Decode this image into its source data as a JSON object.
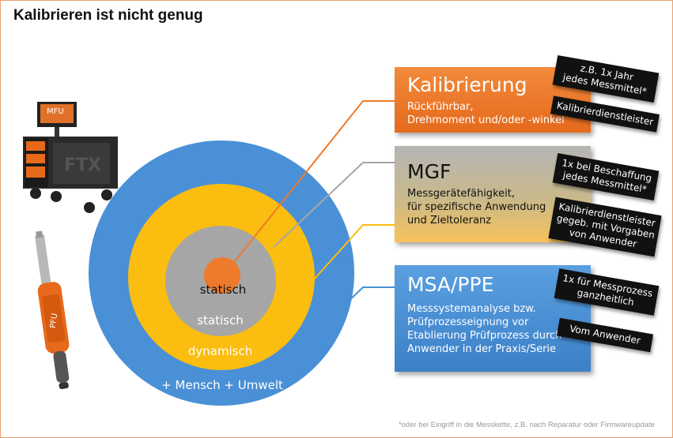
{
  "title": "Kalibrieren  ist nicht genug",
  "colors": {
    "orange": "#ee7a2b",
    "gray": "#a6a6a6",
    "yellow": "#fbbd10",
    "blue": "#4a90d6",
    "dark": "#111111"
  },
  "devices": {
    "mfu_label": "MFU",
    "pfu_label": "PFU"
  },
  "rings": {
    "core": "statisch",
    "inner": "statisch",
    "middle": "dynamisch",
    "outer": "+ Mensch + Umwelt"
  },
  "boxes": {
    "kalibrierung": {
      "title": "Kalibrierung",
      "body_1": "Rückführbar,",
      "body_2": "Drehmoment und/oder -winkel"
    },
    "mgf": {
      "title": "MGF",
      "body_1": "Messgerätefähigkeit,",
      "body_2": "für spezifische Anwendung",
      "body_3": "und Zieltoleranz"
    },
    "msa": {
      "title": "MSA/PPE",
      "body_1": "Messsystemanalyse bzw.",
      "body_2": "Prüfprozesseignung vor",
      "body_3": "Etablierung Prüfprozess durch",
      "body_4": "Anwender in der Praxis/Serie"
    }
  },
  "tags": {
    "kal_1_line1": "z.B. 1x Jahr",
    "kal_1_line2": "jedes Messmittel*",
    "kal_2": "Kalibrierdienstleister",
    "mgf_1_line1": "1x bei Beschaffung",
    "mgf_1_line2": "jedes Messmittel*",
    "mgf_2_line1": "Kalibrierdienstleister",
    "mgf_2_line2": "gegeb. mit Vorgaben",
    "mgf_2_line3": "von Anwender",
    "msa_1_line1": "1x für Messprozess",
    "msa_1_line2": "ganzheitlich",
    "msa_2": "Vom Anwender"
  },
  "footnote": "*oder bei Eingriff in die Messkette,  z.B. nach Reparatur oder Firmwareupdate"
}
